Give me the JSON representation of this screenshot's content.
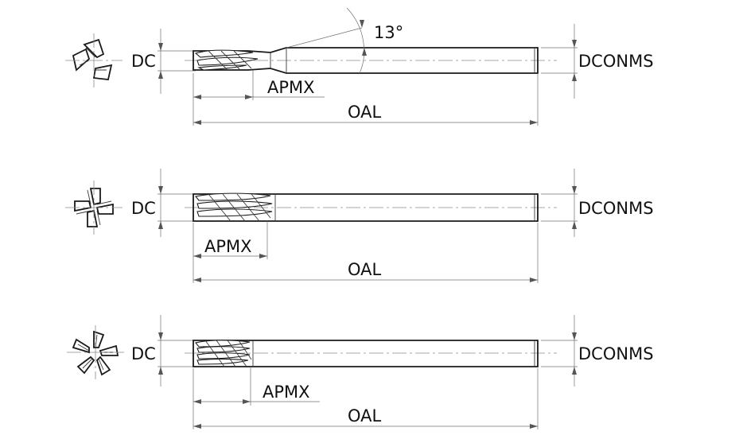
{
  "labels": {
    "dc": "DC",
    "dconms": "DCONMS",
    "apmx": "APMX",
    "oal": "OAL",
    "angle": "13°"
  },
  "tools": [
    {
      "name": "3-flute end mill with neck",
      "flutes": 3,
      "has_neck": true
    },
    {
      "name": "4-flute end mill",
      "flutes": 4,
      "has_neck": false
    },
    {
      "name": "5-flute end mill",
      "flutes": 5,
      "has_neck": false
    }
  ]
}
